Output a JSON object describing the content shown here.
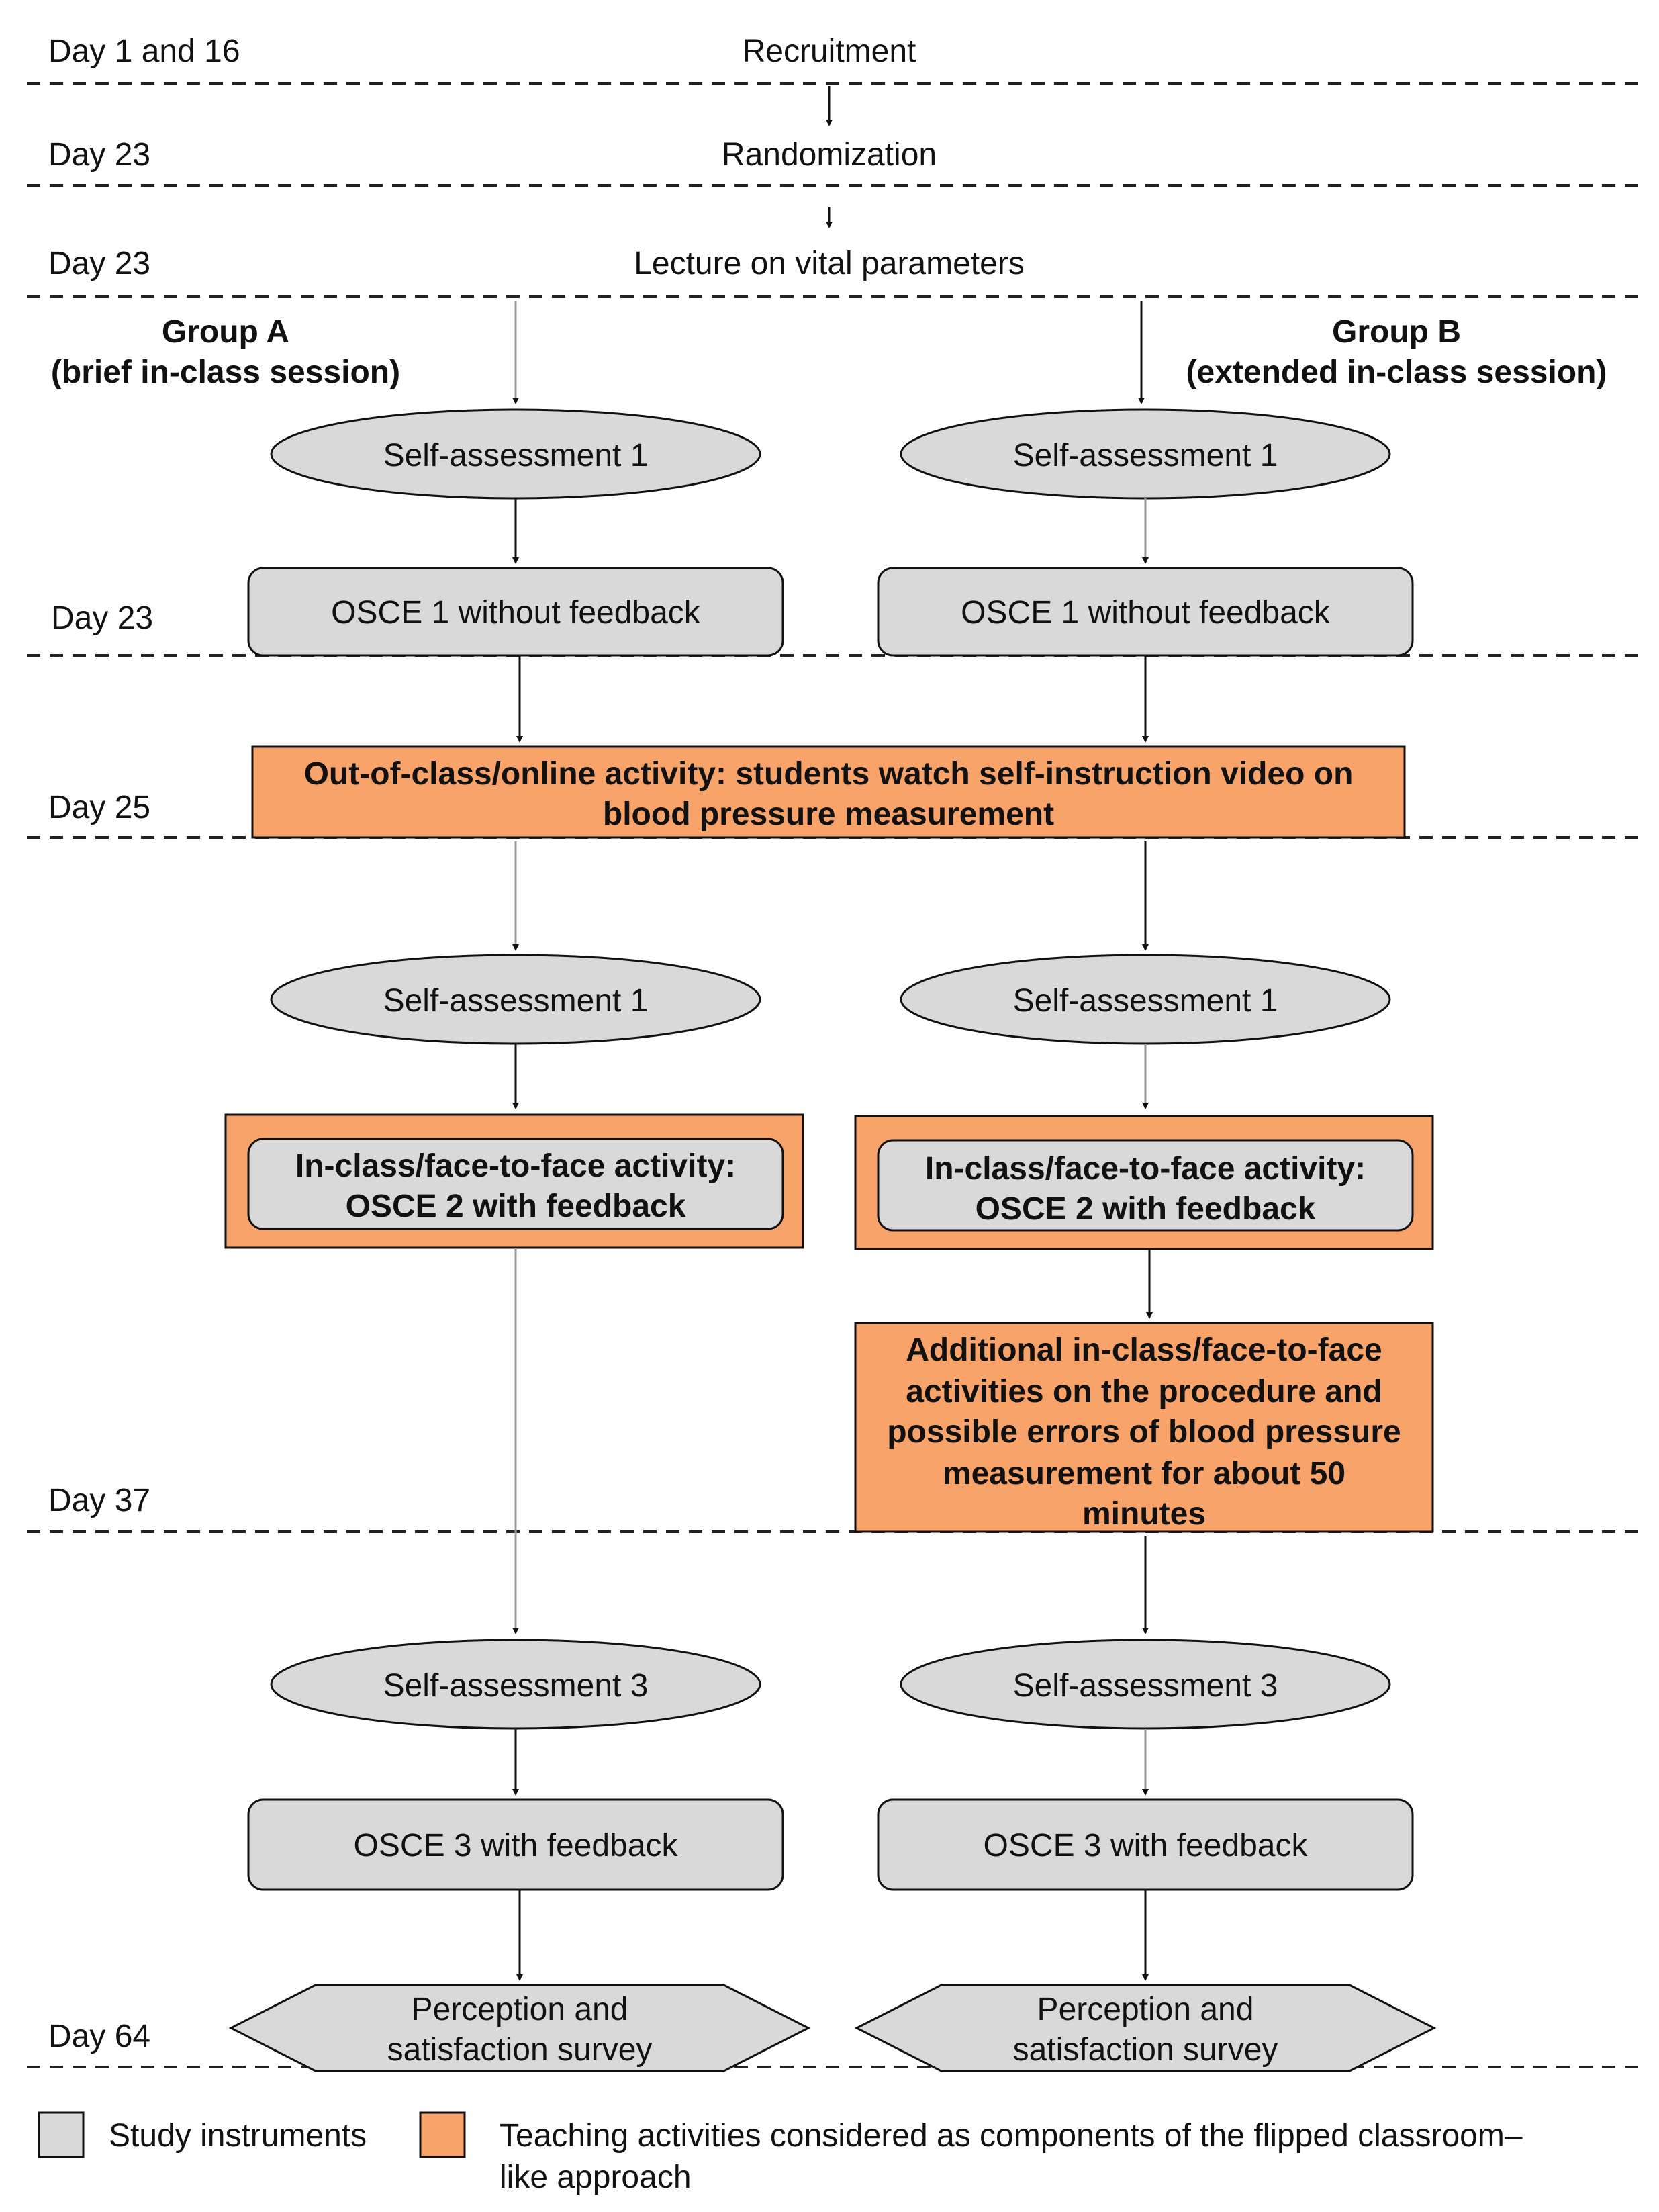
{
  "colors": {
    "instrument": "#d9d9d9",
    "teaching": "#f7a36a"
  },
  "days": {
    "d1": "Day 1 and 16",
    "d2": "Day 23",
    "d3": "Day 23",
    "d4": "Day 23",
    "d5": "Day 25",
    "d6": "Day  37",
    "d7": "Day 64"
  },
  "top": {
    "recruitment": "Recruitment",
    "randomization": "Randomization",
    "lecture": "Lecture on vital parameters"
  },
  "groups": {
    "a_title": "Group A",
    "a_sub": "(brief in-class session)",
    "b_title": "Group B",
    "b_sub": "(extended in-class session)"
  },
  "group_a": {
    "self1": "Self-assessment 1",
    "osce1": "OSCE 1 without feedback",
    "self2": "Self-assessment 1",
    "inclass_l1": "In-class/face-to-face activity:",
    "inclass_l2": "OSCE 2 with feedback",
    "self3": "Self-assessment 3",
    "osce3": "OSCE 3 with feedback",
    "survey_l1": "Perception and",
    "survey_l2": "satisfaction survey"
  },
  "group_b": {
    "self1": "Self-assessment 1",
    "osce1": "OSCE 1 without feedback",
    "self2": "Self-assessment 1",
    "inclass_l1": "In-class/face-to-face activity:",
    "inclass_l2": "OSCE 2 with feedback",
    "extra_l1": "Additional in-class/face-to-face",
    "extra_l2": "activities on the procedure and",
    "extra_l3": "possible errors of blood pressure",
    "extra_l4": "measurement for about 50",
    "extra_l5": "minutes",
    "self3": "Self-assessment 3",
    "osce3": "OSCE 3 with feedback",
    "survey_l1": "Perception and",
    "survey_l2": "satisfaction survey"
  },
  "shared": {
    "online_l1": "Out-of-class/online activity: students watch self-instruction video on",
    "online_l2": "blood pressure measurement"
  },
  "legend": {
    "instruments": "Study instruments",
    "teaching_l1": "Teaching activities considered as components of the flipped classroom–",
    "teaching_l2": "like approach"
  }
}
